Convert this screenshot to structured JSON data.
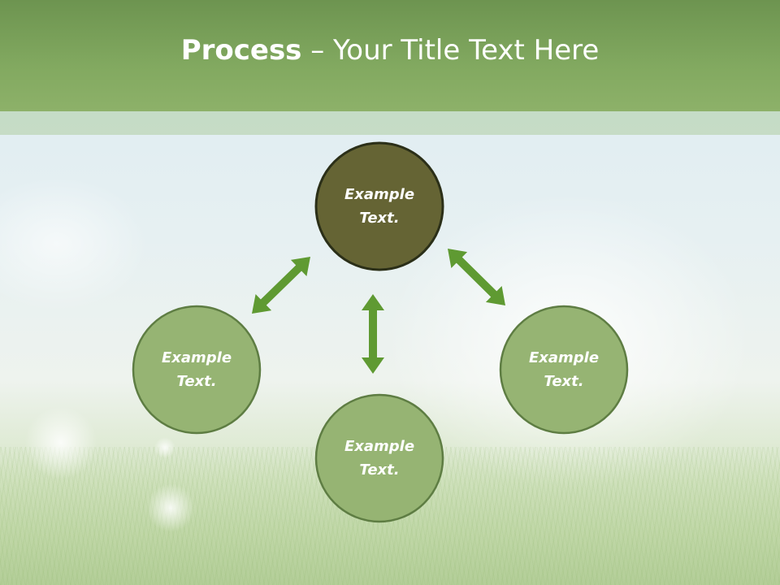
{
  "slide": {
    "title_bold": "Process",
    "title_rest": " – Your Title Text Here"
  },
  "nodes": [
    {
      "id": "top",
      "line1": "Example",
      "line2": "Text.",
      "fill": "#656434",
      "stroke": "#2b2f18"
    },
    {
      "id": "left",
      "line1": "Example",
      "line2": "Text.",
      "fill": "#96b473",
      "stroke": "#5e7d43"
    },
    {
      "id": "bottom",
      "line1": "Example",
      "line2": "Text.",
      "fill": "#96b473",
      "stroke": "#5e7d43"
    },
    {
      "id": "right",
      "line1": "Example",
      "line2": "Text.",
      "fill": "#96b473",
      "stroke": "#5e7d43"
    }
  ],
  "colors": {
    "header": "#82a960",
    "arrow": "#5f9a32"
  }
}
